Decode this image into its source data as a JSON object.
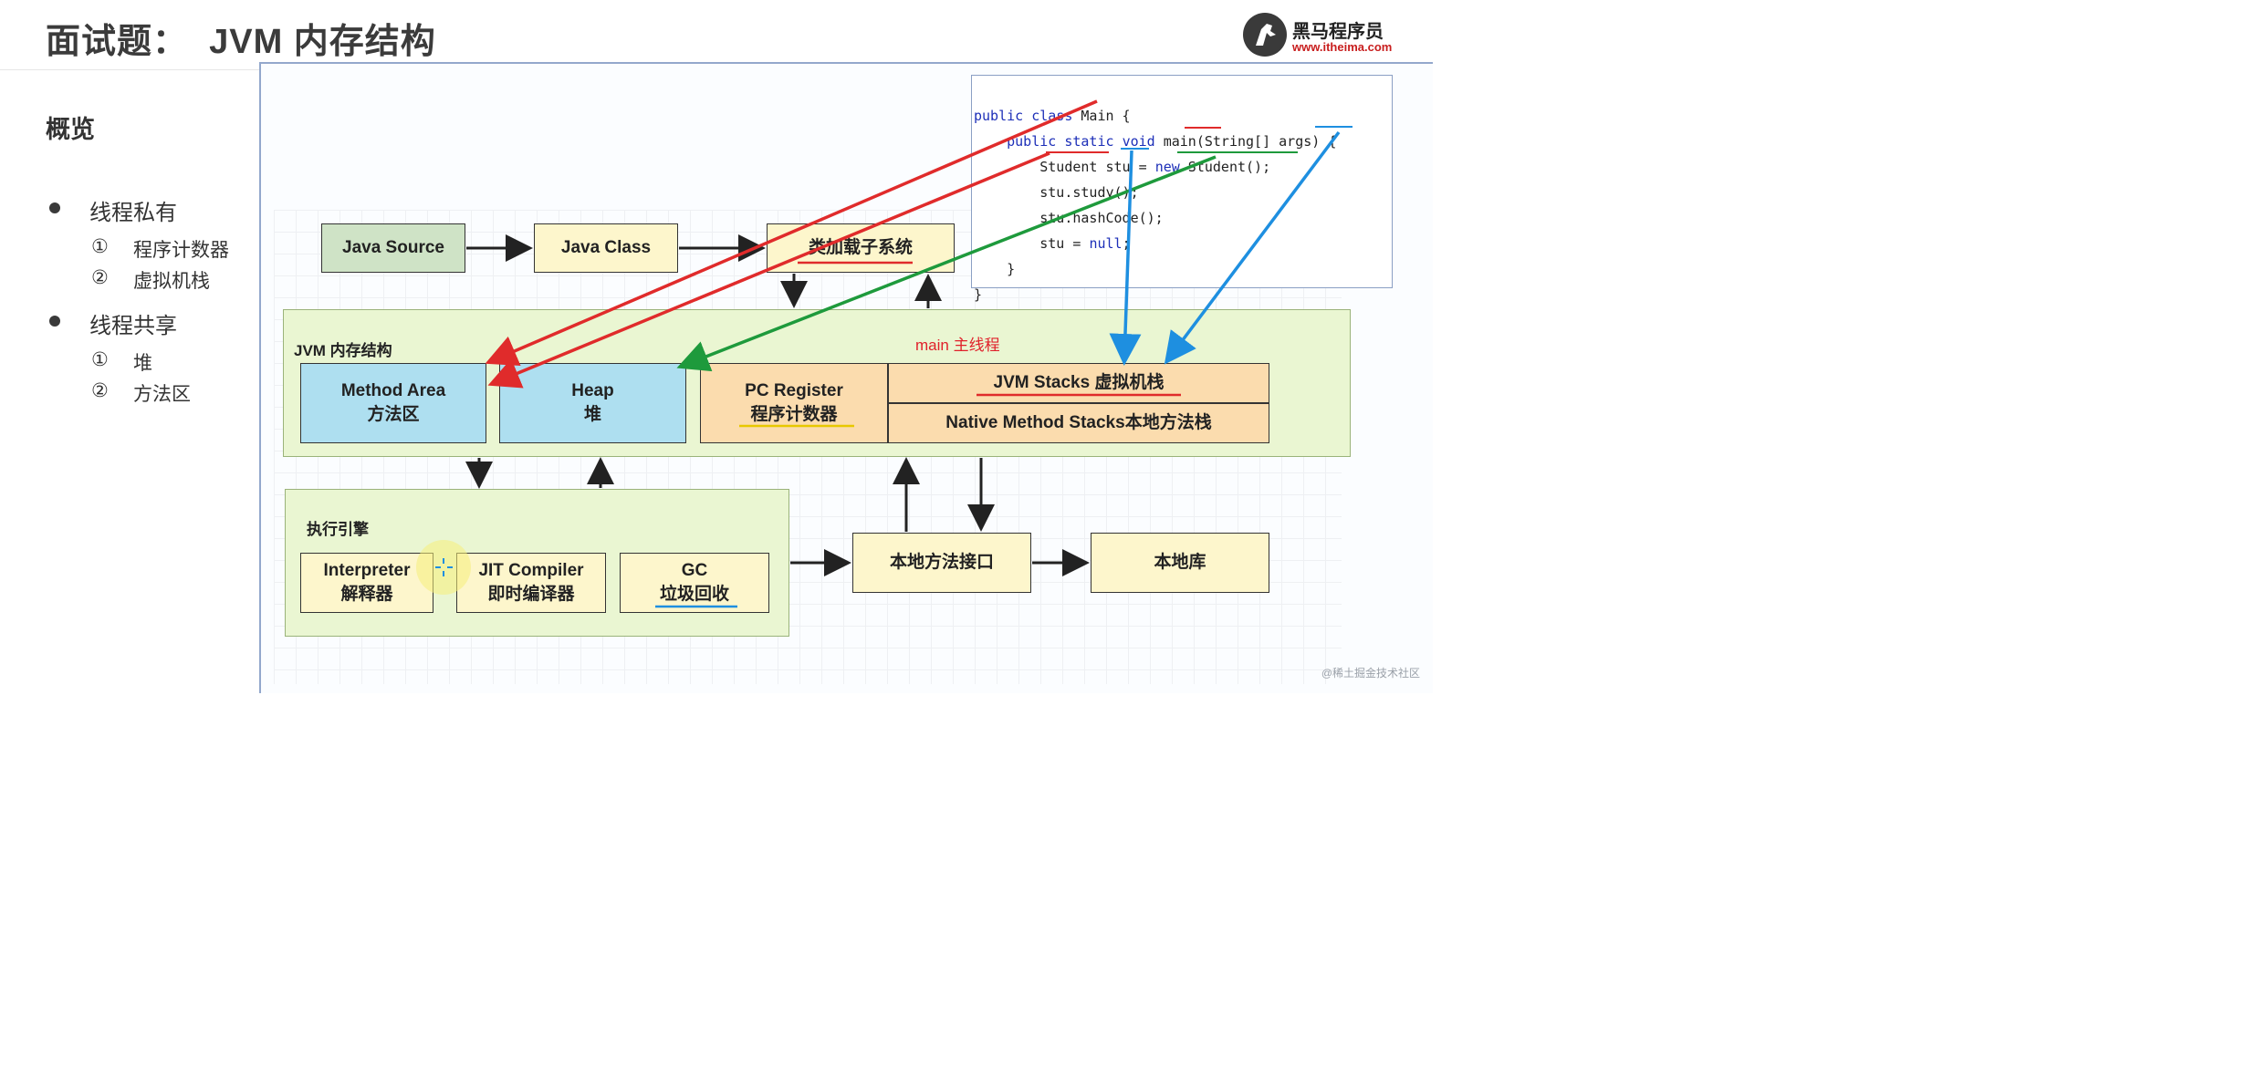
{
  "header": {
    "title": "面试题：  JVM 内存结构",
    "logo_name": "黑马程序员",
    "logo_url": "www.itheima.com"
  },
  "overview": {
    "title": "概览",
    "groups": [
      {
        "label": "线程私有",
        "items": [
          {
            "num": "①",
            "text": "程序计数器"
          },
          {
            "num": "②",
            "text": "虚拟机栈"
          }
        ]
      },
      {
        "label": "线程共享",
        "items": [
          {
            "num": "①",
            "text": "堆"
          },
          {
            "num": "②",
            "text": "方法区"
          }
        ]
      }
    ]
  },
  "code": {
    "lines": [
      "public class Main {",
      "    public static void main(String[] args) {",
      "        Student stu = new Student();",
      "        stu.study();",
      "        stu.hashCode();",
      "        stu = null;",
      "    }",
      "}"
    ]
  },
  "diagram": {
    "java_source": "Java Source",
    "java_class": "Java Class",
    "class_loader": "类加载子系统",
    "jvm_memory_label": "JVM 内存结构",
    "main_thread": "main 主线程",
    "method_area": {
      "line1": "Method Area",
      "line2": "方法区"
    },
    "heap": {
      "line1": "Heap",
      "line2": "堆"
    },
    "pc_register": {
      "line1": "PC Register",
      "line2": "程序计数器"
    },
    "jvm_stacks": "JVM Stacks 虚拟机栈",
    "native_stacks": "Native Method Stacks本地方法栈",
    "engine_label": "执行引擎",
    "interpreter": {
      "line1": "Interpreter",
      "line2": "解释器"
    },
    "jit": {
      "line1": "JIT Compiler",
      "line2": "即时编译器"
    },
    "gc": {
      "line1": "GC",
      "line2": "垃圾回收"
    },
    "native_interface": "本地方法接口",
    "native_library": "本地库"
  },
  "colors": {
    "green_box": "#cfe3c6",
    "yellow_box": "#fdf6cc",
    "blue_box": "#aedff0",
    "orange_box": "#fbdcae",
    "panel": "#eaf6d2",
    "red_arrow": "#e02b2b",
    "green_arrow": "#1e9a3c",
    "blue_arrow": "#1e8fe0"
  },
  "watermark": "@稀土掘金技术社区"
}
